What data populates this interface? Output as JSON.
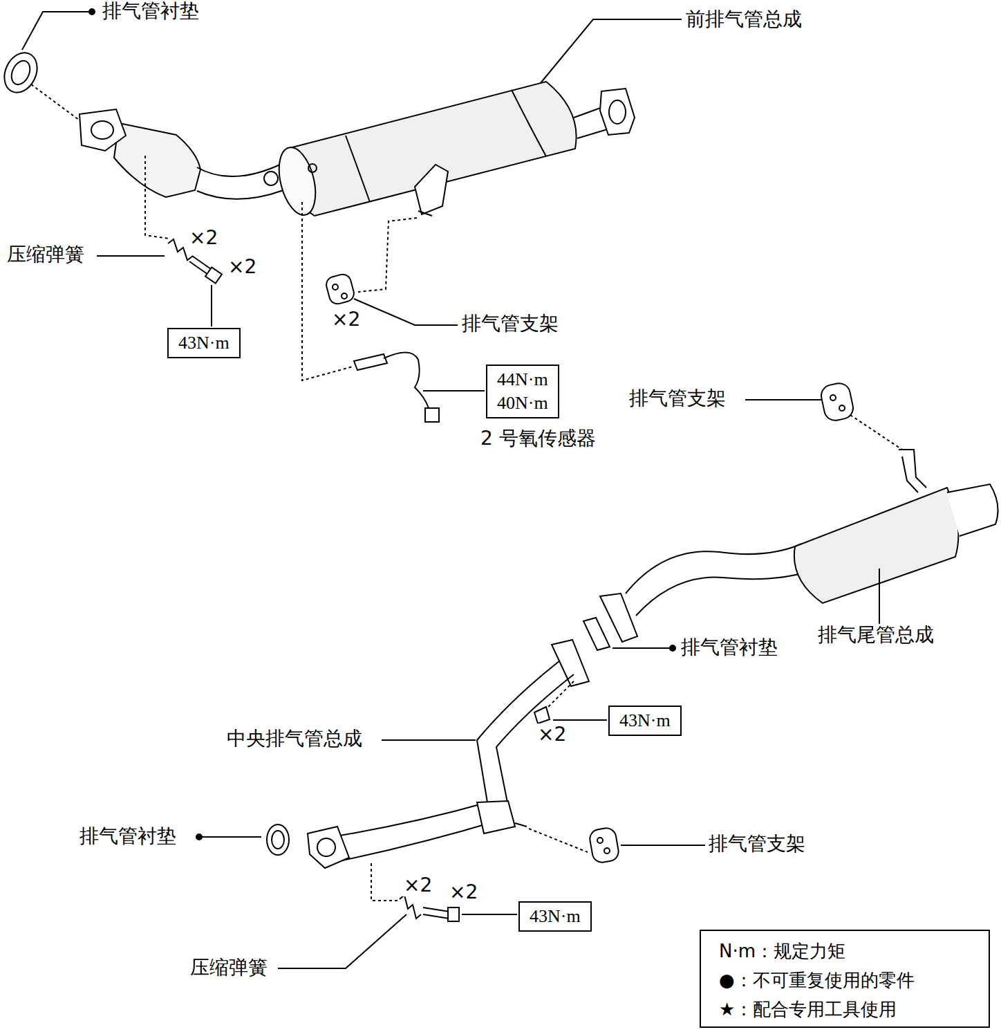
{
  "diagram": {
    "nodes": [
      {
        "text": [
          "43N·m"
        ]
      },
      {
        "text": [
          "44N·m",
          "40N·m"
        ]
      },
      {
        "text": [
          "43N·m"
        ]
      },
      {
        "text": [
          "43N·m"
        ]
      }
    ],
    "edges": [],
    "labels": [
      "排气管衬垫",
      "前排气管总成",
      "压缩弹簧",
      "×2",
      "×2",
      "×2",
      "排气管支架",
      "2 号氧传感器",
      "排气管支架",
      "排气尾管总成",
      "排气管衬垫",
      "×2",
      "中央排气管总成",
      "排气管衬垫",
      "排气管支架",
      "×2",
      "×2",
      "压缩弹簧"
    ],
    "legend": [
      {
        "text": "N·m：规定力矩"
      },
      {
        "text": "●：不可重复使用的零件"
      },
      {
        "text": "★：配合专用工具使用"
      }
    ]
  }
}
